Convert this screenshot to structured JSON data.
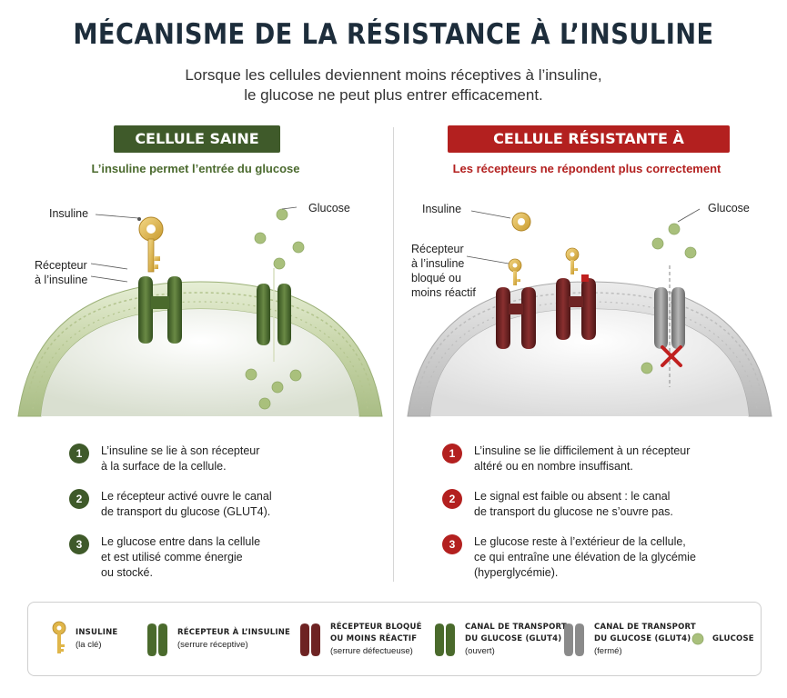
{
  "title": "MÉCANISME DE LA RÉSISTANCE À L’INSULINE",
  "subtitle": {
    "line1": "Lorsque les cellules deviennent moins réceptives à l’insuline,",
    "line2": "le glucose ne peut plus entrer efficacement."
  },
  "left": {
    "badge": "CELLULE SAINE",
    "caption": "L’insuline permet l’entrée du glucose",
    "labels": {
      "insulin": "Insuline",
      "receptor": "Récepteur\nà l’insuline",
      "glucose": "Glucose"
    },
    "steps": [
      {
        "num": "1",
        "text": "L’insuline se lie à son récepteur\nà la surface de la cellule."
      },
      {
        "num": "2",
        "text": "Le récepteur activé ouvre le canal\nde transport du glucose (GLUT4)."
      },
      {
        "num": "3",
        "text": "Le glucose entre dans la cellule\net est utilisé comme énergie\nou stocké."
      }
    ]
  },
  "right": {
    "badge": "CELLULE RÉSISTANTE À L’INSULINE",
    "caption": "Les récepteurs ne répondent plus correctement",
    "labels": {
      "insulin": "Insuline",
      "receptor": "Récepteur\nà l’insuline\nbloqué ou\nmoins réactif",
      "glucose": "Glucose"
    },
    "steps": [
      {
        "num": "1",
        "text": "L’insuline se lie difficilement à un récepteur\naltéré ou en nombre insuffisant."
      },
      {
        "num": "2",
        "text": "Le signal est faible ou absent : le canal\nde transport du glucose ne s’ouvre pas."
      },
      {
        "num": "3",
        "text": "Le glucose reste à l’extérieur de la cellule,\nce qui entraîne une élévation de la glycémie\n(hyperglycémie)."
      }
    ]
  },
  "legend": [
    {
      "icon": "key-icon",
      "title": "INSULINE",
      "sub": "(la clé)"
    },
    {
      "icon": "receptor-icon",
      "title": "RÉCEPTEUR À L’INSULINE",
      "sub": "(serrure réceptive)"
    },
    {
      "icon": "blocked-receptor-icon",
      "title": "RÉCEPTEUR BLOQUÉ\nOU MOINS RÉACTIF",
      "sub": "(serrure défectueuse)"
    },
    {
      "icon": "open-channel-icon",
      "title": "CANAL DE TRANSPORT\nDU GLUCOSE (GLUT4)",
      "sub": "(ouvert)"
    },
    {
      "icon": "closed-channel-icon",
      "title": "CANAL DE TRANSPORT\nDU GLUCOSE (GLUT4)",
      "sub": "(fermé)"
    },
    {
      "icon": "glucose-icon",
      "title": "GLUCOSE",
      "sub": ""
    }
  ],
  "colors": {
    "healthy": "#3f5a2a",
    "resistant": "#b3201f",
    "insulin": "#e0b64a",
    "blocked": "#6e2323",
    "closed": "#8a8a8a",
    "glucose": "#a9c07c"
  }
}
